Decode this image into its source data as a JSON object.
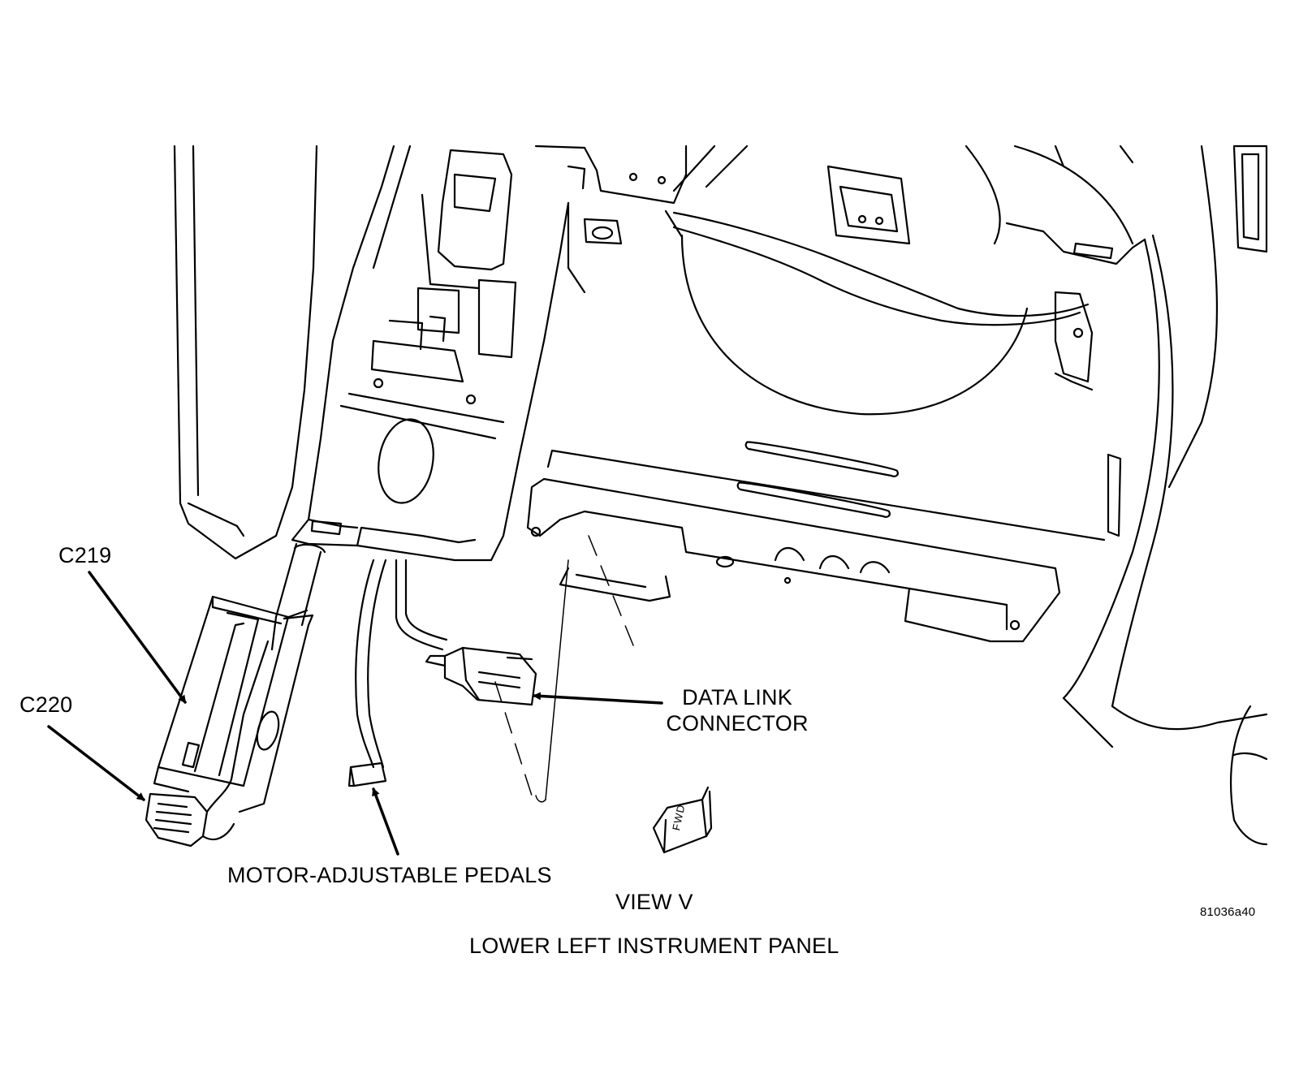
{
  "callouts": {
    "c219": "C219",
    "c220": "C220",
    "data_link_line1": "DATA LINK",
    "data_link_line2": "CONNECTOR",
    "motor_pedals": "MOTOR-ADJUSTABLE PEDALS"
  },
  "view_label": "VIEW V",
  "figure_id": "81036a40",
  "caption": "LOWER LEFT INSTRUMENT PANEL",
  "fwd_badge": "FWD",
  "colors": {
    "line": "#000000",
    "background": "#ffffff"
  }
}
